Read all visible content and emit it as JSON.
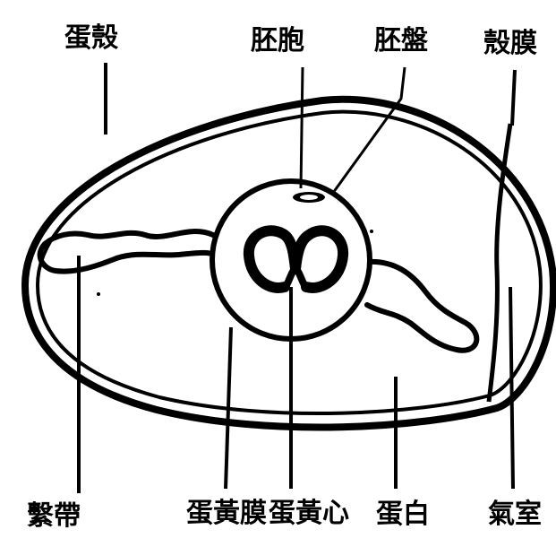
{
  "labels": {
    "eggshell": "蛋殼",
    "blastoderm": "胚胞",
    "germinal_disc": "胚盤",
    "shell_membrane": "殼膜",
    "chalaza": "繫帶",
    "vitelline_membrane": "蛋黃膜",
    "yolk_center": "蛋黃心",
    "albumen": "蛋白",
    "air_cell": "氣室"
  },
  "colors": {
    "ink": "#000000",
    "paper": "#ffffff"
  }
}
